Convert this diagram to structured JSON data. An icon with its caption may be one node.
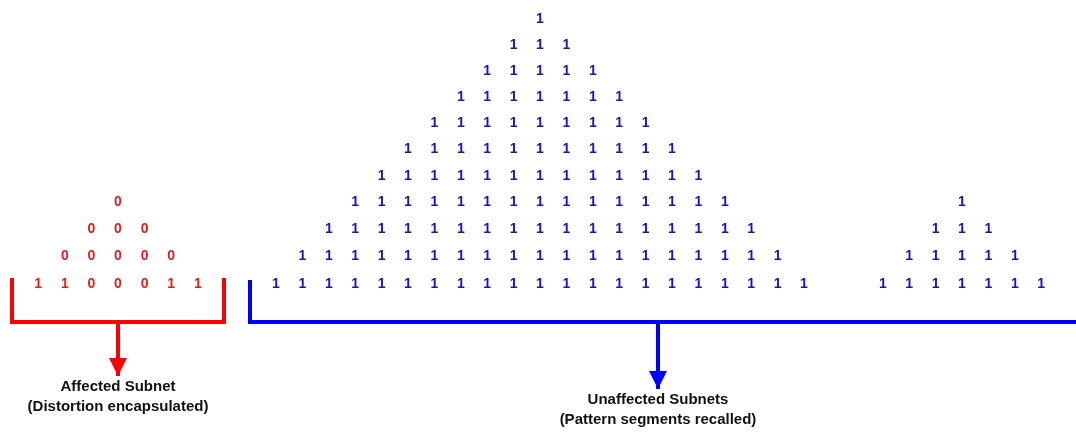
{
  "diagram": {
    "nodes": [
      {
        "text": [],
        "shape": "bracket"
      },
      {
        "text": [
          "Affected Subnet",
          "(Distortion encapsulated)"
        ]
      },
      {
        "text": [],
        "shape": "bracket"
      },
      {
        "text": [
          "Unaffected Subnets",
          "(Pattern segments recalled)"
        ]
      }
    ],
    "edges": [
      {
        "from": 0,
        "to": 1,
        "arrow": "to",
        "color": "#ff0000"
      },
      {
        "from": 2,
        "to": 3,
        "arrow": "to",
        "color": "#0000ff"
      }
    ],
    "labels": [
      "1",
      "1",
      "1",
      "1",
      "1",
      "1",
      "1",
      "1",
      "1",
      "1",
      "1",
      "1",
      "1",
      "1",
      "1",
      "1",
      "1",
      "1",
      "1",
      "1",
      "1",
      "1",
      "1",
      "1",
      "1",
      "1",
      "1",
      "1",
      "1",
      "1",
      "1",
      "1",
      "1",
      "1",
      "1",
      "1",
      "1",
      "1",
      "1",
      "1",
      "1",
      "1",
      "1",
      "1",
      "1",
      "1",
      "1",
      "1",
      "1",
      "0",
      "1",
      "1",
      "1",
      "1",
      "1",
      "1",
      "1",
      "1",
      "1",
      "1",
      "1",
      "1",
      "1",
      "1",
      "1",
      "1",
      "0",
      "0",
      "0",
      "1",
      "1",
      "1",
      "1",
      "1",
      "1",
      "1",
      "1",
      "1",
      "1",
      "1",
      "1",
      "1",
      "1",
      "1",
      "1",
      "1",
      "1",
      "1",
      "1",
      "0",
      "0",
      "0",
      "0",
      "0",
      "1",
      "1",
      "1",
      "1",
      "1",
      "1",
      "1",
      "1",
      "1",
      "1",
      "1",
      "1",
      "1",
      "1",
      "1",
      "1",
      "1",
      "1",
      "1",
      "1",
      "1",
      "1",
      "1",
      "1",
      "1",
      "1",
      "0",
      "0",
      "0",
      "1",
      "1",
      "1",
      "1",
      "1",
      "1",
      "1",
      "1",
      "1",
      "1",
      "1",
      "1",
      "1",
      "1",
      "1",
      "1",
      "1",
      "1",
      "1",
      "1",
      "1",
      "1",
      "1",
      "1",
      "1",
      "1",
      "1",
      "1",
      "1",
      "1"
    ]
  }
}
